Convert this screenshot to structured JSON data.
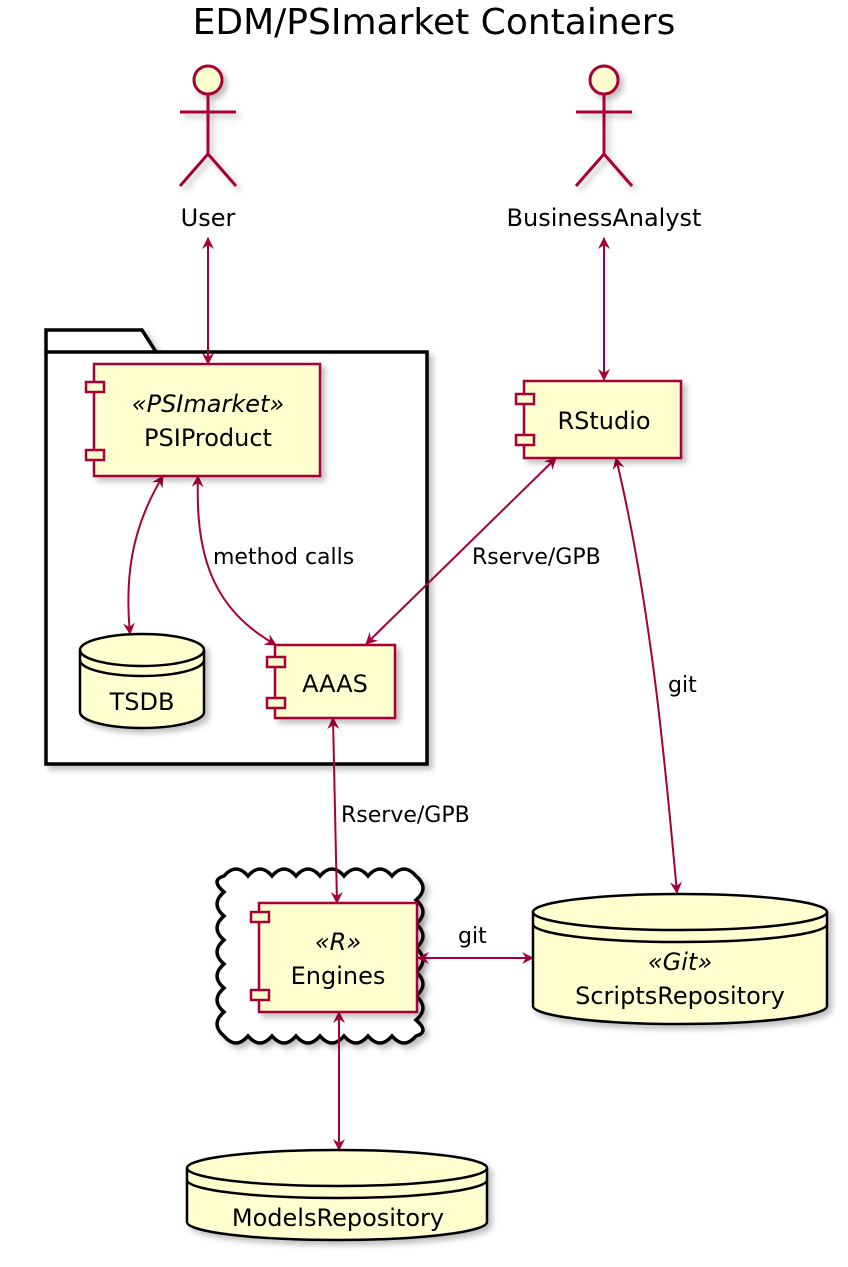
{
  "diagram": {
    "title": "EDM/PSImarket Containers",
    "actors": {
      "user": "User",
      "business_analyst": "BusinessAnalyst"
    },
    "components": {
      "psiproduct": {
        "stereotype": "«PSImarket»",
        "name": "PSIProduct"
      },
      "rstudio": {
        "name": "RStudio"
      },
      "aaas": {
        "name": "AAAS"
      },
      "engines": {
        "stereotype": "«R»",
        "name": "Engines"
      }
    },
    "databases": {
      "tsdb": {
        "name": "TSDB"
      },
      "scripts_repository": {
        "stereotype": "«Git»",
        "name": "ScriptsRepository"
      },
      "models_repository": {
        "name": "ModelsRepository"
      }
    },
    "edge_labels": {
      "method_calls": "method calls",
      "rstudio_aaas": "Rserve/GPB",
      "rstudio_scripts": "git",
      "aaas_engines": "Rserve/GPB",
      "engines_scripts": "git"
    },
    "colors": {
      "node_fill": "#FEFECE",
      "node_border": "#A80036",
      "edge": "#A80036"
    }
  }
}
